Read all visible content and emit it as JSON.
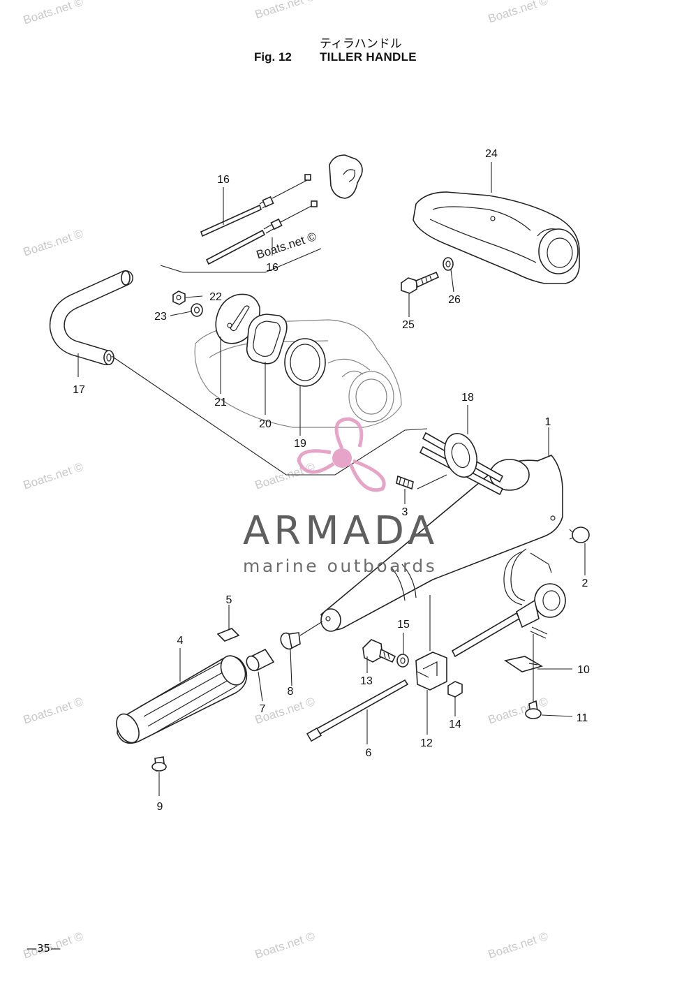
{
  "header": {
    "title_jp": "ティラハンドル",
    "fig_label": "Fig. 12",
    "title": "TILLER HANDLE"
  },
  "parts": {
    "p1": "1",
    "p2": "2",
    "p3": "3",
    "p4": "4",
    "p5": "5",
    "p6": "6",
    "p7": "7",
    "p8": "8",
    "p9": "9",
    "p10": "10",
    "p11": "11",
    "p12": "12",
    "p13": "13",
    "p14": "14",
    "p15": "15",
    "p16a": "16",
    "p16b": "16",
    "p17": "17",
    "p18": "18",
    "p19": "19",
    "p20": "20",
    "p21": "21",
    "p22": "22",
    "p23": "23",
    "p24": "24",
    "p25": "25",
    "p26": "26"
  },
  "watermark": {
    "text": "Boats.net ©",
    "brand": "ARMADA",
    "brand_sub": "marine outboards",
    "brand_color": "#e39bc3"
  },
  "footer": {
    "page_number": "—35—"
  }
}
